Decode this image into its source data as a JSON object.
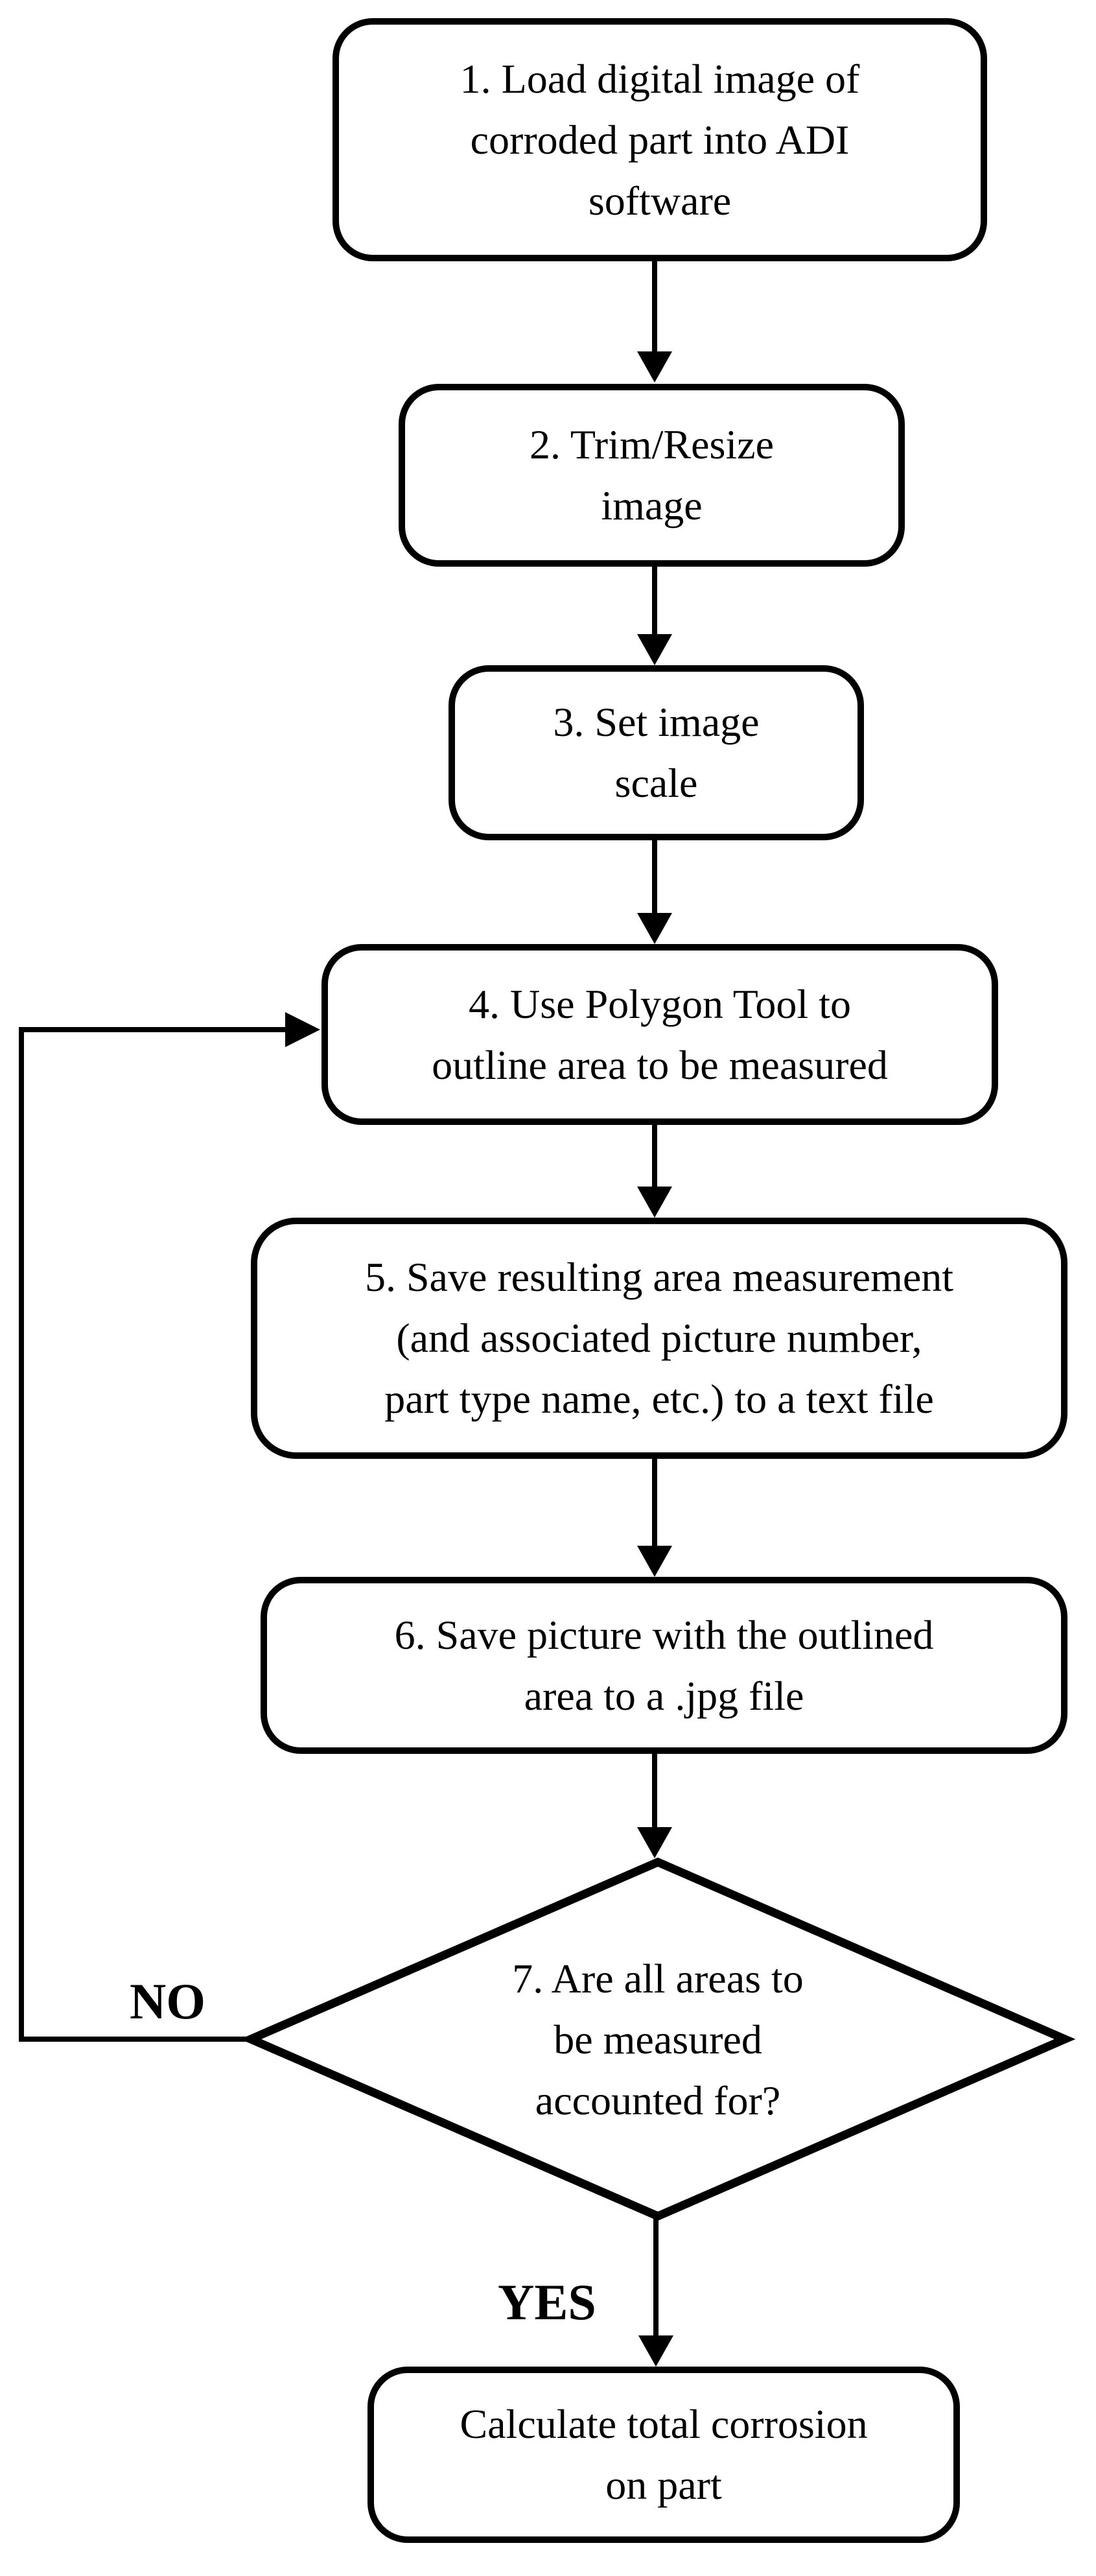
{
  "figure": {
    "type": "flowchart",
    "background_color": "#ffffff",
    "line_color": "#000000",
    "nodes": [
      {
        "id": "step-1",
        "shape": "rounded-rectangle",
        "lines": [
          "1. Load digital image of",
          "corroded part into ADI",
          "software"
        ]
      },
      {
        "id": "step-2",
        "shape": "rounded-rectangle",
        "lines": [
          "2. Trim/Resize",
          "image"
        ]
      },
      {
        "id": "step-3",
        "shape": "rounded-rectangle",
        "lines": [
          "3. Set image",
          "scale"
        ]
      },
      {
        "id": "step-4",
        "shape": "rounded-rectangle",
        "lines": [
          "4. Use Polygon Tool to",
          "outline area to be measured"
        ]
      },
      {
        "id": "step-5",
        "shape": "rounded-rectangle",
        "lines": [
          "5. Save resulting area measurement",
          "(and associated picture number,",
          "part type name, etc.) to a text file"
        ]
      },
      {
        "id": "step-6",
        "shape": "rounded-rectangle",
        "lines": [
          "6. Save picture with the outlined",
          "area to a .jpg file"
        ]
      },
      {
        "id": "decision-7",
        "shape": "diamond",
        "lines": [
          "7. Are all areas to",
          "be measured",
          "accounted for?"
        ]
      },
      {
        "id": "final",
        "shape": "rounded-rectangle",
        "lines": [
          "Calculate total corrosion",
          "on part"
        ]
      }
    ],
    "branch_labels": {
      "no": "NO",
      "yes": "YES"
    }
  }
}
